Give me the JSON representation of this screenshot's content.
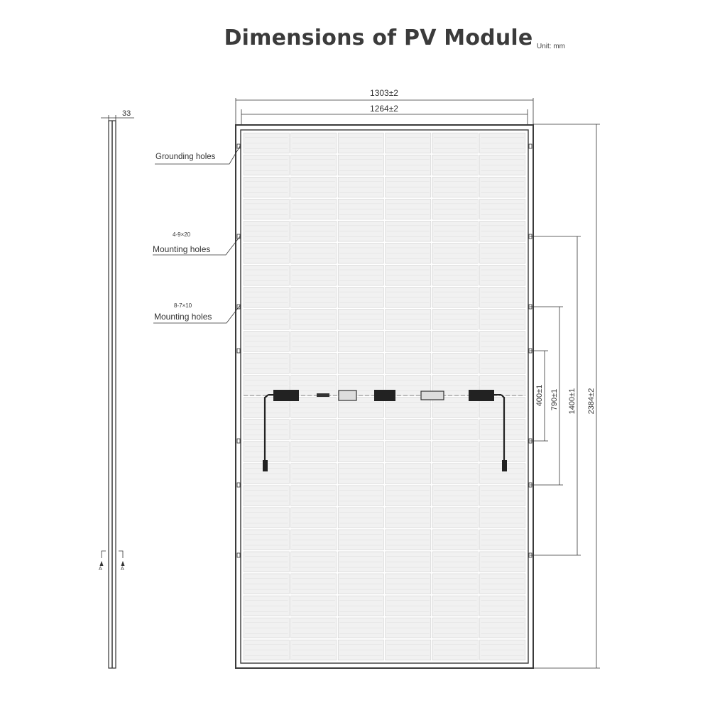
{
  "title": "Dimensions of PV Module",
  "unit": "Unit: mm",
  "dimensions": {
    "overall_width": "1303±2",
    "inner_width": "1264±2",
    "frame_thickness": "33",
    "length": "2384±2",
    "mount_1400": "1400±1",
    "mount_790": "790±1",
    "mount_400": "400±1"
  },
  "labels": {
    "grounding": "Grounding holes",
    "mount_a_spec": "4-9×20",
    "mount_a_name": "Mounting holes",
    "mount_b_spec": "8-7×10",
    "mount_b_name": "Mounting holes",
    "section_marker": "A"
  },
  "colors": {
    "frame": "#3a3a3a",
    "cell": "#f1f1f1",
    "grid": "#cfcfcf",
    "title": "#3b3b3b"
  }
}
